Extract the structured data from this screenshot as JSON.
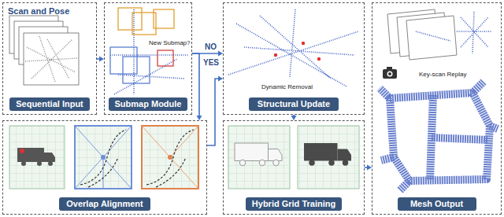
{
  "diagram": {
    "nodes": [
      {
        "text": [
          "Scan and Pose",
          "Sequential Input"
        ]
      },
      {
        "text": [
          "New Submap?",
          "Submap Module"
        ]
      },
      {
        "text": [
          "Dynamic Removal",
          "Structural Update"
        ]
      },
      {
        "text": [
          "Key-scan Replay",
          "Mesh Output"
        ]
      },
      {
        "text": [
          "Overlap Alignment"
        ]
      },
      {
        "text": [
          "Hybrid Grid Training"
        ]
      }
    ],
    "edges": [
      {
        "from": 0,
        "to": 1,
        "arrow": "to"
      },
      {
        "from": 1,
        "to": 2,
        "label": "NO",
        "arrow": "to"
      },
      {
        "from": 1,
        "to": 4,
        "label": "YES",
        "arrow": "to"
      },
      {
        "from": 4,
        "to": 2,
        "arrow": "to"
      },
      {
        "from": 2,
        "to": 5,
        "arrow": "to"
      },
      {
        "from": 5,
        "to": 3,
        "arrow": "to"
      }
    ]
  }
}
